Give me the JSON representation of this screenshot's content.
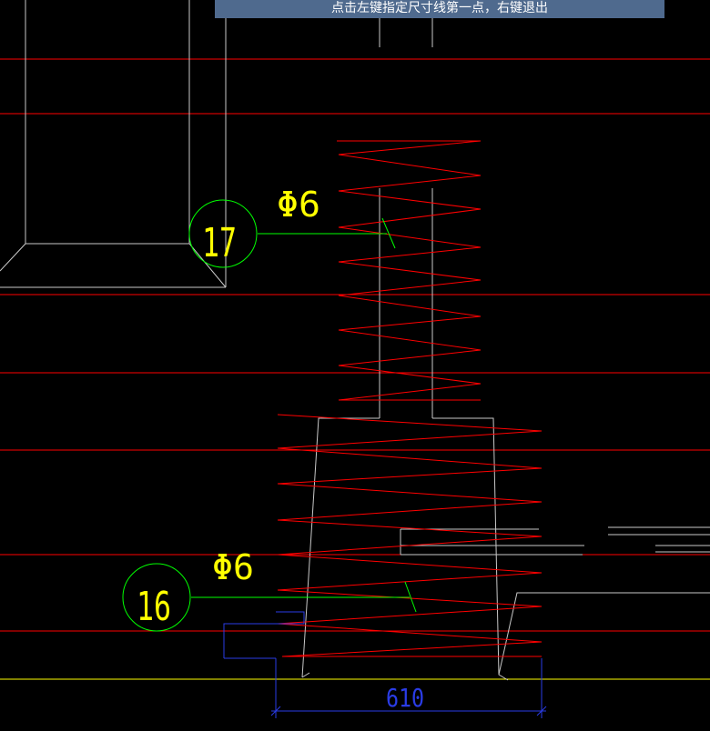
{
  "prompt": {
    "text": "点击左键指定尺寸线第一点，右键退出"
  },
  "labels": {
    "callout_top": {
      "number": "17",
      "spec": "Φ6"
    },
    "callout_bottom": {
      "number": "16",
      "spec": "Φ6"
    },
    "dimension": "610"
  },
  "colors": {
    "background": "#000000",
    "rebar": "#ff0000",
    "outline": "#c8c8c8",
    "leader": "#00ff00",
    "text": "#ffff00",
    "dimension": "#2a3ce6",
    "prompt_bg": "#4f6a8e"
  }
}
